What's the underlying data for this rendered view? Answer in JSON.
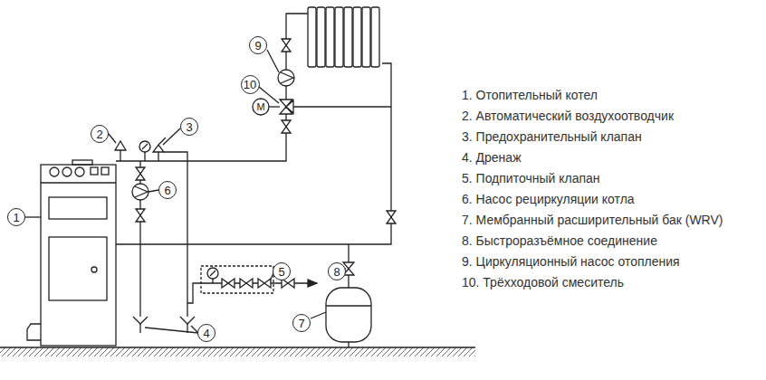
{
  "diagram": {
    "nodes": [
      {
        "text": [
          "1"
        ]
      },
      {
        "text": [
          "2"
        ]
      },
      {
        "text": [
          "3"
        ]
      },
      {
        "text": [
          "4"
        ]
      },
      {
        "text": [
          "5"
        ]
      },
      {
        "text": [
          "6"
        ]
      },
      {
        "text": [
          "7"
        ]
      },
      {
        "text": [
          "8"
        ]
      },
      {
        "text": [
          "9"
        ]
      },
      {
        "text": [
          "10"
        ]
      }
    ],
    "labels": [
      "1. Отопительный котел",
      "2. Автоматический воздухоотводчик",
      "3. Предохранительный клапан",
      "4. Дренаж",
      "5. Подпиточный клапан",
      "6. Насос рециркуляции котла",
      "7. Мембранный расширительный бак (WRV)",
      "8. Быстроразъёмное соединение",
      "9. Циркуляционный насос отопления",
      "10. Трёхходовой смеситель",
      "M"
    ]
  }
}
